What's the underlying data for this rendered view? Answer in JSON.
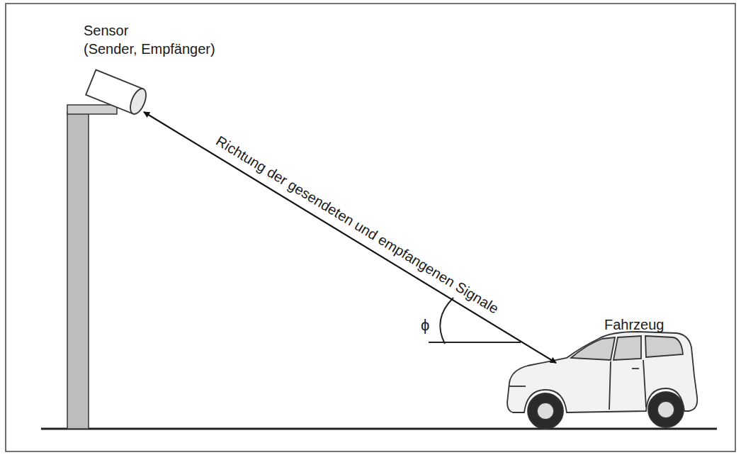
{
  "diagram": {
    "nodes": [
      {
        "text": [
          "Sensor",
          "(Sender, Empfänger)"
        ]
      },
      {
        "text": [
          "Fahrzeug"
        ]
      }
    ],
    "edges": [
      {
        "from": 0,
        "to": 1,
        "label": "Richtung der gesendeten und empfangenen Signale",
        "arrow": "both"
      }
    ],
    "labels": [
      "ϕ"
    ]
  }
}
